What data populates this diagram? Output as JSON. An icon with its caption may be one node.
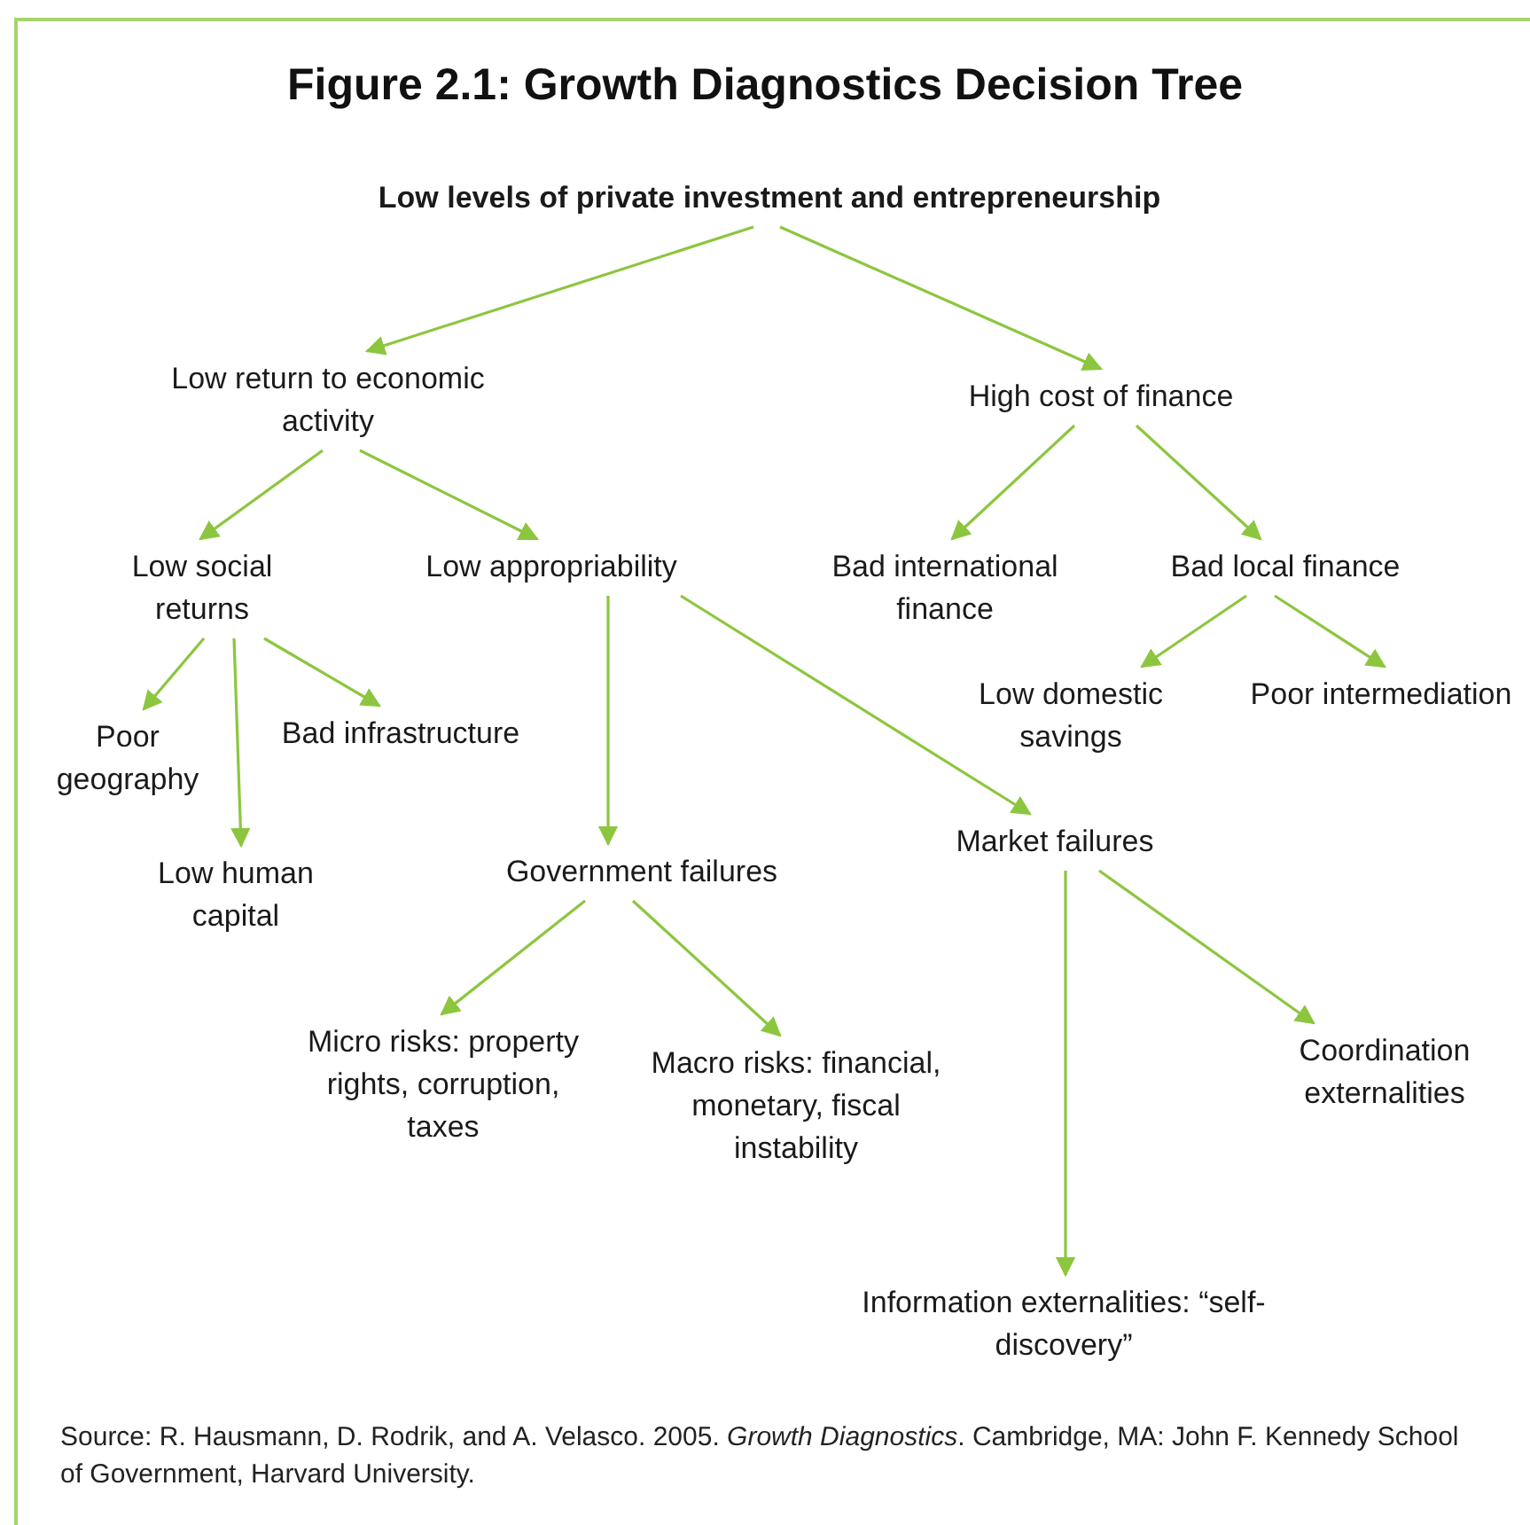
{
  "diagram": {
    "title": "Figure 2.1: Growth Diagnostics Decision Tree",
    "nodes": [
      {
        "text": [
          "Low levels of private investment and entrepreneurship"
        ]
      },
      {
        "text": [
          "Low return to economic activity"
        ]
      },
      {
        "text": [
          "High cost of finance"
        ]
      },
      {
        "text": [
          "Low social returns"
        ]
      },
      {
        "text": [
          "Low appropriability"
        ]
      },
      {
        "text": [
          "Bad international finance"
        ]
      },
      {
        "text": [
          "Bad local finance"
        ]
      },
      {
        "text": [
          "Poor geography"
        ]
      },
      {
        "text": [
          "Bad infrastructure"
        ]
      },
      {
        "text": [
          "Low human capital"
        ]
      },
      {
        "text": [
          "Government failures"
        ]
      },
      {
        "text": [
          "Market failures"
        ]
      },
      {
        "text": [
          "Low domestic savings"
        ]
      },
      {
        "text": [
          "Poor intermediation"
        ]
      },
      {
        "text": [
          "Micro risks: property rights, corruption, taxes"
        ]
      },
      {
        "text": [
          "Macro risks: financial, monetary, fiscal instability"
        ]
      },
      {
        "text": [
          "Coordination externalities"
        ]
      },
      {
        "text": [
          "Information externalities: “self-discovery”"
        ]
      }
    ],
    "edges": [
      {
        "from": 0,
        "to": 1,
        "arrow": "to"
      },
      {
        "from": 0,
        "to": 2,
        "arrow": "to"
      },
      {
        "from": 1,
        "to": 3,
        "arrow": "to"
      },
      {
        "from": 1,
        "to": 4,
        "arrow": "to"
      },
      {
        "from": 2,
        "to": 5,
        "arrow": "to"
      },
      {
        "from": 2,
        "to": 6,
        "arrow": "to"
      },
      {
        "from": 3,
        "to": 7,
        "arrow": "to"
      },
      {
        "from": 3,
        "to": 9,
        "arrow": "to"
      },
      {
        "from": 3,
        "to": 8,
        "arrow": "to"
      },
      {
        "from": 4,
        "to": 10,
        "arrow": "to"
      },
      {
        "from": 4,
        "to": 11,
        "arrow": "to"
      },
      {
        "from": 6,
        "to": 12,
        "arrow": "to"
      },
      {
        "from": 6,
        "to": 13,
        "arrow": "to"
      },
      {
        "from": 10,
        "to": 14,
        "arrow": "to"
      },
      {
        "from": 10,
        "to": 15,
        "arrow": "to"
      },
      {
        "from": 11,
        "to": 17,
        "arrow": "to"
      },
      {
        "from": 11,
        "to": 16,
        "arrow": "to"
      }
    ],
    "caption": "Source: R. Hausmann, D. Rodrik, and A. Velasco. 2005. *Growth Diagnostics*. Cambridge, MA: John F. Kennedy School of Government, Harvard University."
  }
}
